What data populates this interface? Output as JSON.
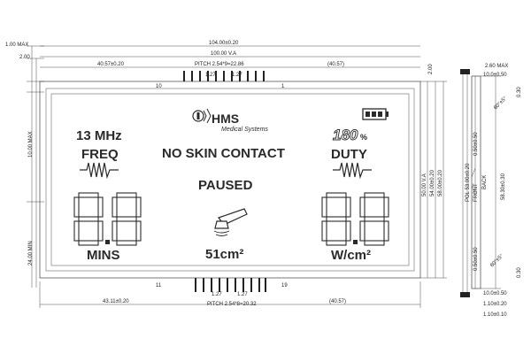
{
  "dims": {
    "max_1": "1.00 MAX",
    "left_2": "2.00",
    "overall_w": "104.00±0.20",
    "va_w": "100.00 V.A",
    "left_4057": "40.57±0.20",
    "pitch_top": "PITCH 2.54*9=22.86",
    "right_4057_top": "(40.57)",
    "pin_127_a": "1.27",
    "pin_127_b": "1.27",
    "pin_10": "10",
    "pin_1": "1",
    "right_200": "2.00",
    "max_10": "10.00 MAX",
    "min_24": "24.00 MIN",
    "pin_11": "11",
    "pin_19": "19",
    "pin_127_c": "1.27",
    "pin_127_d": "1.27",
    "bottom_4311": "43.11±0.20",
    "pitch_bottom": "PITCH 2.54*8=20.32",
    "right_4057_bot": "(40.57)",
    "va_h": "50.00 V.A",
    "h_54": "54.00±0.20",
    "h_58": "58.00±0.20",
    "pol": "POL 53.00±0.20",
    "side_260": "2.60 MAX",
    "side_1010_top": "10.0±0.50",
    "side_030_top": "0.30",
    "side_050_top": "0.50±0.50",
    "side_angle_top": "60°±5°",
    "front": "FRONT",
    "back": "BACK",
    "side_5830": "58.30±0.30",
    "side_050_bot": "0.50±0.50",
    "side_angle_bot": "60°±5°",
    "side_030_bot": "0.30",
    "side_1010_bot": "10.0±0.50",
    "side_110_a": "1.10±0.20",
    "side_110_b": "1.10±0.10"
  },
  "lcd": {
    "logo_name": "HMS",
    "logo_sub": "Medical Systems",
    "freq_top": "13 MHz",
    "freq_label": "FREQ",
    "no_skin": "NO SKIN CONTACT",
    "paused": "PAUSED",
    "duty_label": "DUTY",
    "duty_digits": "180",
    "duty_unit": "%",
    "mins": "MINS",
    "area": "51cm²",
    "wcm": "W/cm²",
    "left_digits": "8.8",
    "right_digits": "8.8"
  }
}
